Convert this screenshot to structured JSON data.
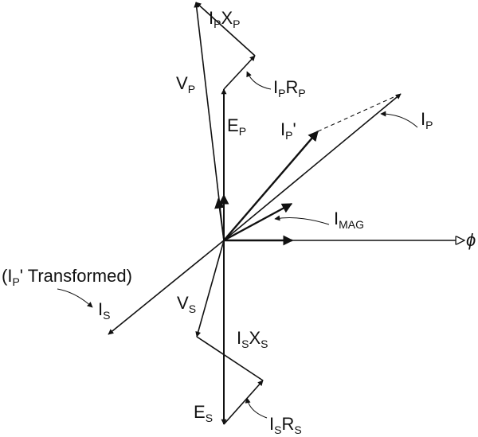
{
  "diagram": {
    "colors": {
      "ink": "#111111",
      "background": "#ffffff"
    },
    "labels": {
      "ip_xp": {
        "main": "I",
        "sub1": "P",
        "mid": "X",
        "sub2": "P"
      },
      "ip_rp": {
        "main": "I",
        "sub1": "P",
        "mid": "R",
        "sub2": "P"
      },
      "vp": {
        "main": "V",
        "sub": "P"
      },
      "ep": {
        "main": "E",
        "sub": "P"
      },
      "ip_prime": {
        "main": "I",
        "sub": "P",
        "suffix": "'"
      },
      "ip": {
        "main": "I",
        "sub": "P"
      },
      "imag": {
        "main": "I",
        "sub": "MAG"
      },
      "phi": {
        "text": "ϕ"
      },
      "transformed": {
        "open": "(I",
        "sub": "P",
        "rest": "' Transformed)"
      },
      "is": {
        "main": "I",
        "sub": "S"
      },
      "vs": {
        "main": "V",
        "sub": "S"
      },
      "is_xs": {
        "main": "I",
        "sub1": "S",
        "mid": "X",
        "sub2": "S"
      },
      "es": {
        "main": "E",
        "sub": "S"
      },
      "is_rs": {
        "main": "I",
        "sub1": "S",
        "mid": "R",
        "sub2": "S"
      }
    }
  }
}
